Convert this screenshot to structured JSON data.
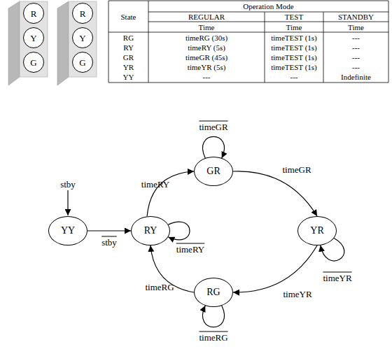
{
  "diagram": {
    "nodes": [
      {
        "text": [
          "R"
        ]
      },
      {
        "text": [
          "Y"
        ]
      },
      {
        "text": [
          "G"
        ]
      },
      {
        "text": [
          "R"
        ]
      },
      {
        "text": [
          "Y"
        ]
      },
      {
        "text": [
          "G"
        ]
      },
      {
        "text": [
          "YY"
        ]
      },
      {
        "text": [
          "RY"
        ]
      },
      {
        "text": [
          "GR"
        ]
      },
      {
        "text": [
          "YR"
        ]
      },
      {
        "text": [
          "RG"
        ]
      }
    ],
    "edges": [
      {
        "from": 6,
        "to": 7,
        "arrow": "to",
        "label": "stby"
      },
      {
        "from": 7,
        "to": 8,
        "arrow": "to",
        "label": "timeRY"
      },
      {
        "from": 8,
        "to": 8,
        "arrow": "to",
        "label": "timeGR"
      },
      {
        "from": 8,
        "to": 9,
        "arrow": "to",
        "label": "timeGR"
      },
      {
        "from": 9,
        "to": 9,
        "arrow": "to",
        "label": "timeYR"
      },
      {
        "from": 9,
        "to": 10,
        "arrow": "to",
        "label": "timeYR"
      },
      {
        "from": 10,
        "to": 10,
        "arrow": "to",
        "label": "timeRG"
      },
      {
        "from": 10,
        "to": 7,
        "arrow": "to",
        "label": "timeRG"
      },
      {
        "from": 7,
        "to": 7,
        "arrow": "to",
        "label": "timeRY"
      }
    ],
    "labels": [
      "State",
      "Operation Mode",
      "REGULAR",
      "TEST",
      "STANDBY",
      "Time",
      "Time",
      "Time",
      "RG",
      "timeRG (30s)",
      "timeTEST (1s)",
      "---",
      "RY",
      "timeRY (5s)",
      "timeTEST (1s)",
      "---",
      "GR",
      "timeGR (45s)",
      "timeTEST (1s)",
      "---",
      "YR",
      "timeYR (5s)",
      "timeTEST (1s)",
      "---",
      "YY",
      "---",
      "---",
      "Indefinite",
      "stby"
    ]
  }
}
